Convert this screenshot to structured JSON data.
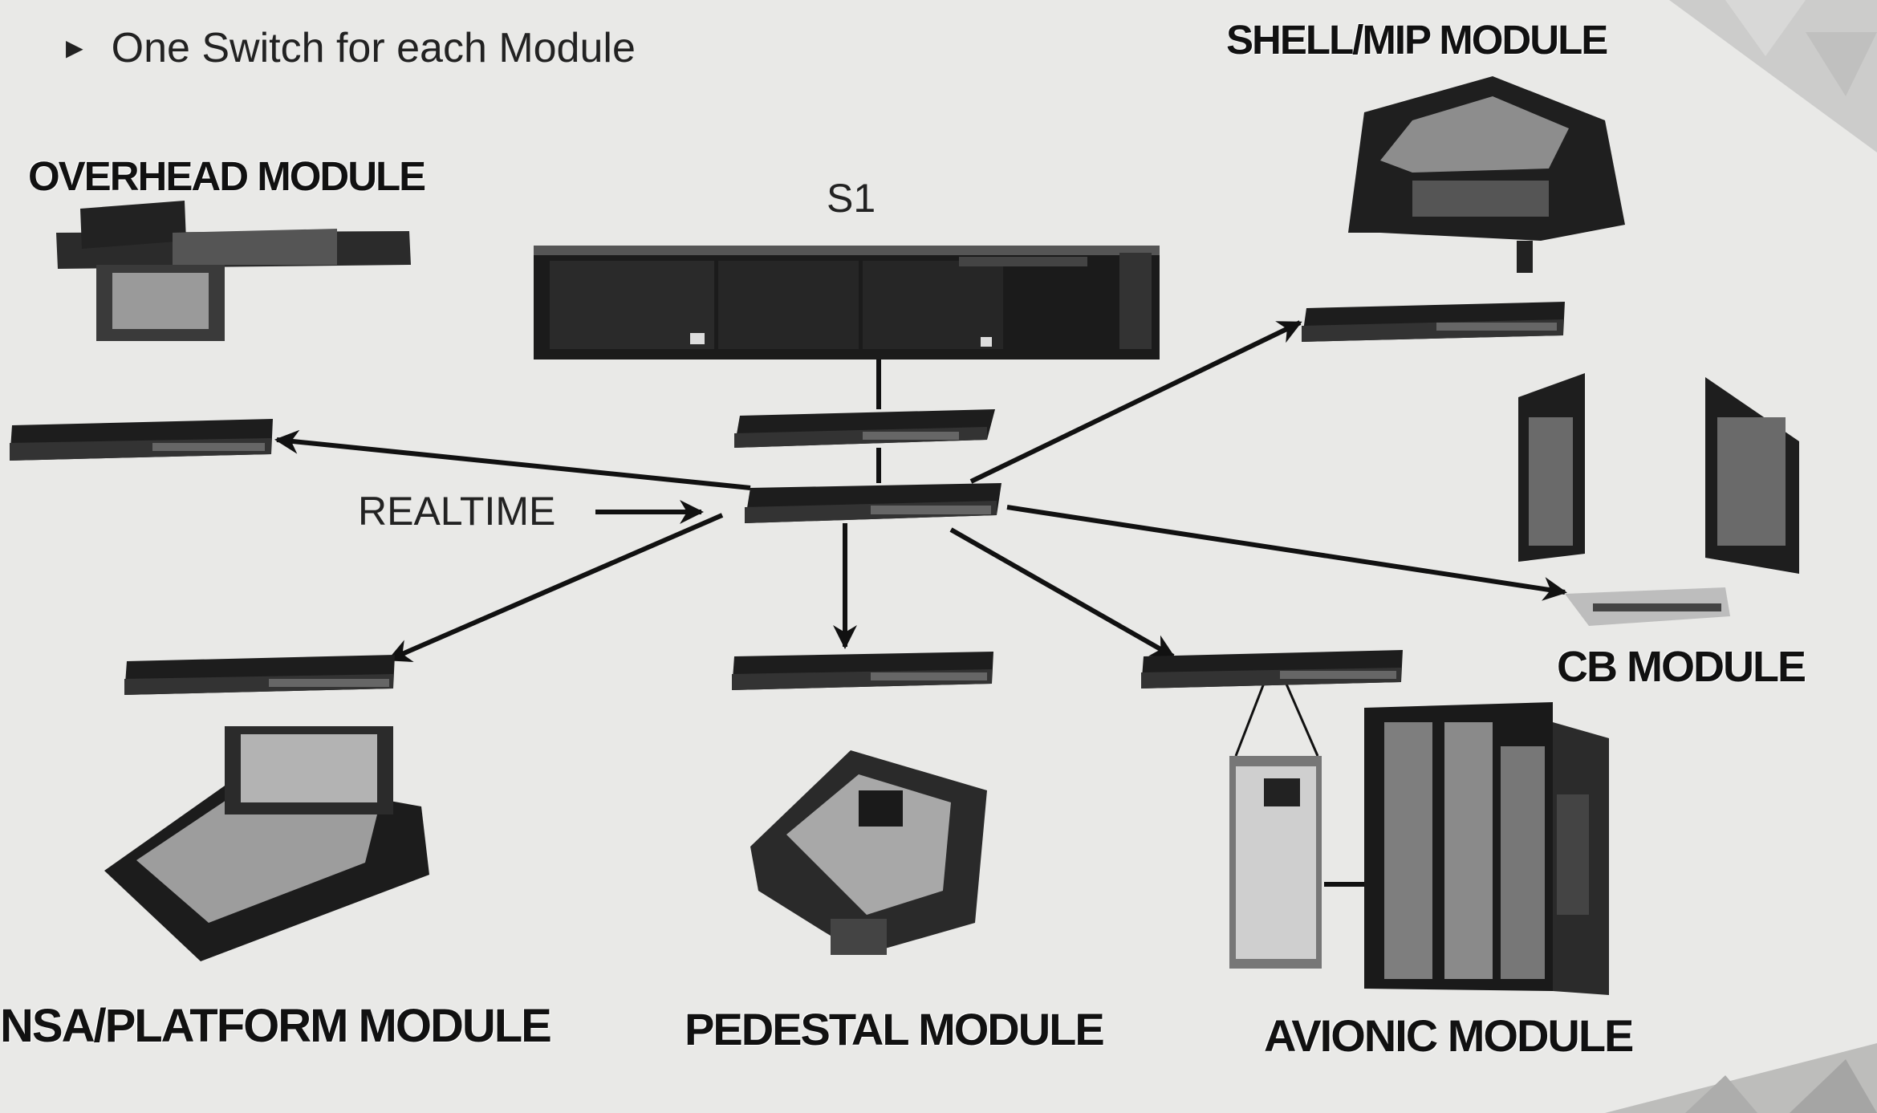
{
  "bullet": {
    "icon": "triangle-right-icon",
    "text": "One Switch for each Module"
  },
  "server_label": "S1",
  "realtime_label": "REALTIME",
  "modules": {
    "overhead": "OVERHEAD MODULE",
    "shell_mip": "SHELL/MIP MODULE",
    "cb": "CB MODULE",
    "nsa_platform": "NSA/PLATFORM MODULE",
    "pedestal": "PEDESTAL MODULE",
    "avionic": "AVIONIC MODULE"
  },
  "colors": {
    "background": "#e9e9e7",
    "device": "#1b1b1b",
    "line": "#111111"
  }
}
